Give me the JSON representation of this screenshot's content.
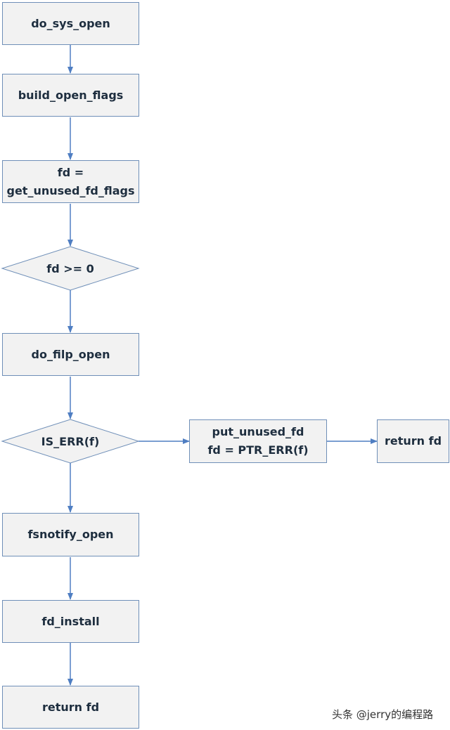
{
  "nodes": {
    "do_sys_open": "do_sys_open",
    "build_open_flags": "build_open_flags",
    "fd_assign_line1": "fd =",
    "fd_assign_line2": "get_unused_fd_flags",
    "fd_check": "fd >= 0",
    "do_filp_open": "do_filp_open",
    "is_err": "IS_ERR(f)",
    "put_unused_line1": "put_unused_fd",
    "put_unused_line2": "fd = PTR_ERR(f)",
    "return_fd_right": "return fd",
    "fsnotify_open": "fsnotify_open",
    "fd_install": "fd_install",
    "return_fd_bottom": "return fd"
  },
  "watermark": "头条 @jerry的编程路",
  "colors": {
    "box_fill": "#f2f2f2",
    "box_border": "#6f8fb8",
    "arrow": "#4f7ec2",
    "text": "#1e2e3f"
  }
}
